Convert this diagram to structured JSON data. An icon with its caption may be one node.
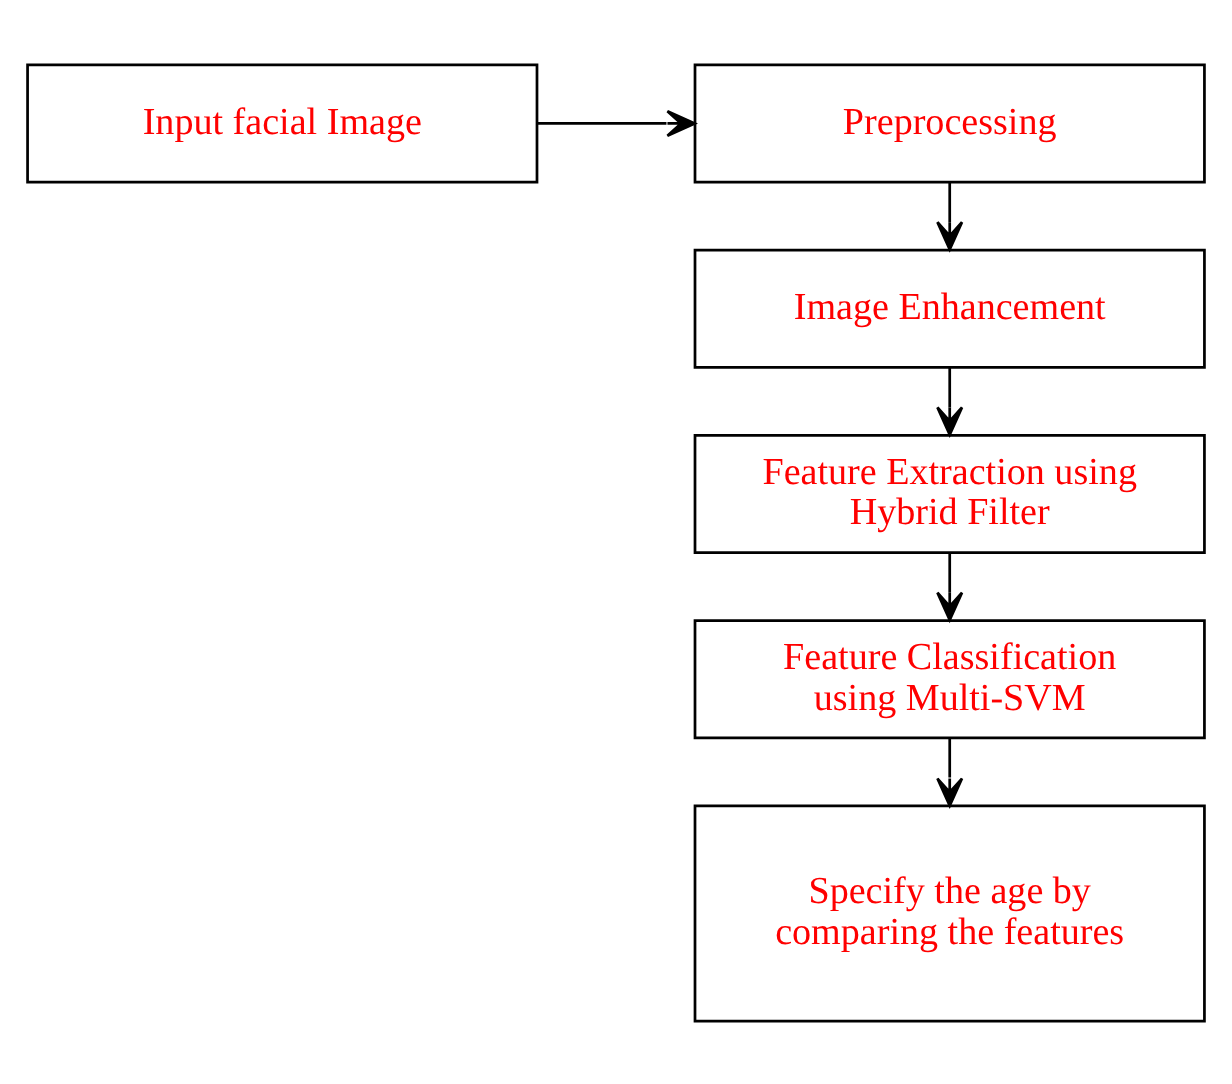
{
  "diagram": {
    "nodes": [
      {
        "text": [
          "Input facial Image"
        ]
      },
      {
        "text": [
          "Preprocessing"
        ]
      },
      {
        "text": [
          "Image Enhancement"
        ]
      },
      {
        "text": [
          "Feature Extraction using Hybrid Filter"
        ]
      },
      {
        "text": [
          "Feature Classification using Multi-SVM"
        ]
      },
      {
        "text": [
          "Specify the age by comparing the features"
        ]
      }
    ],
    "edges": [
      {
        "from": 0,
        "to": 1,
        "arrow": "to"
      },
      {
        "from": 1,
        "to": 2,
        "arrow": "to"
      },
      {
        "from": 2,
        "to": 3,
        "arrow": "to"
      },
      {
        "from": 3,
        "to": 4,
        "arrow": "to"
      },
      {
        "from": 4,
        "to": 5,
        "arrow": "to"
      }
    ]
  }
}
